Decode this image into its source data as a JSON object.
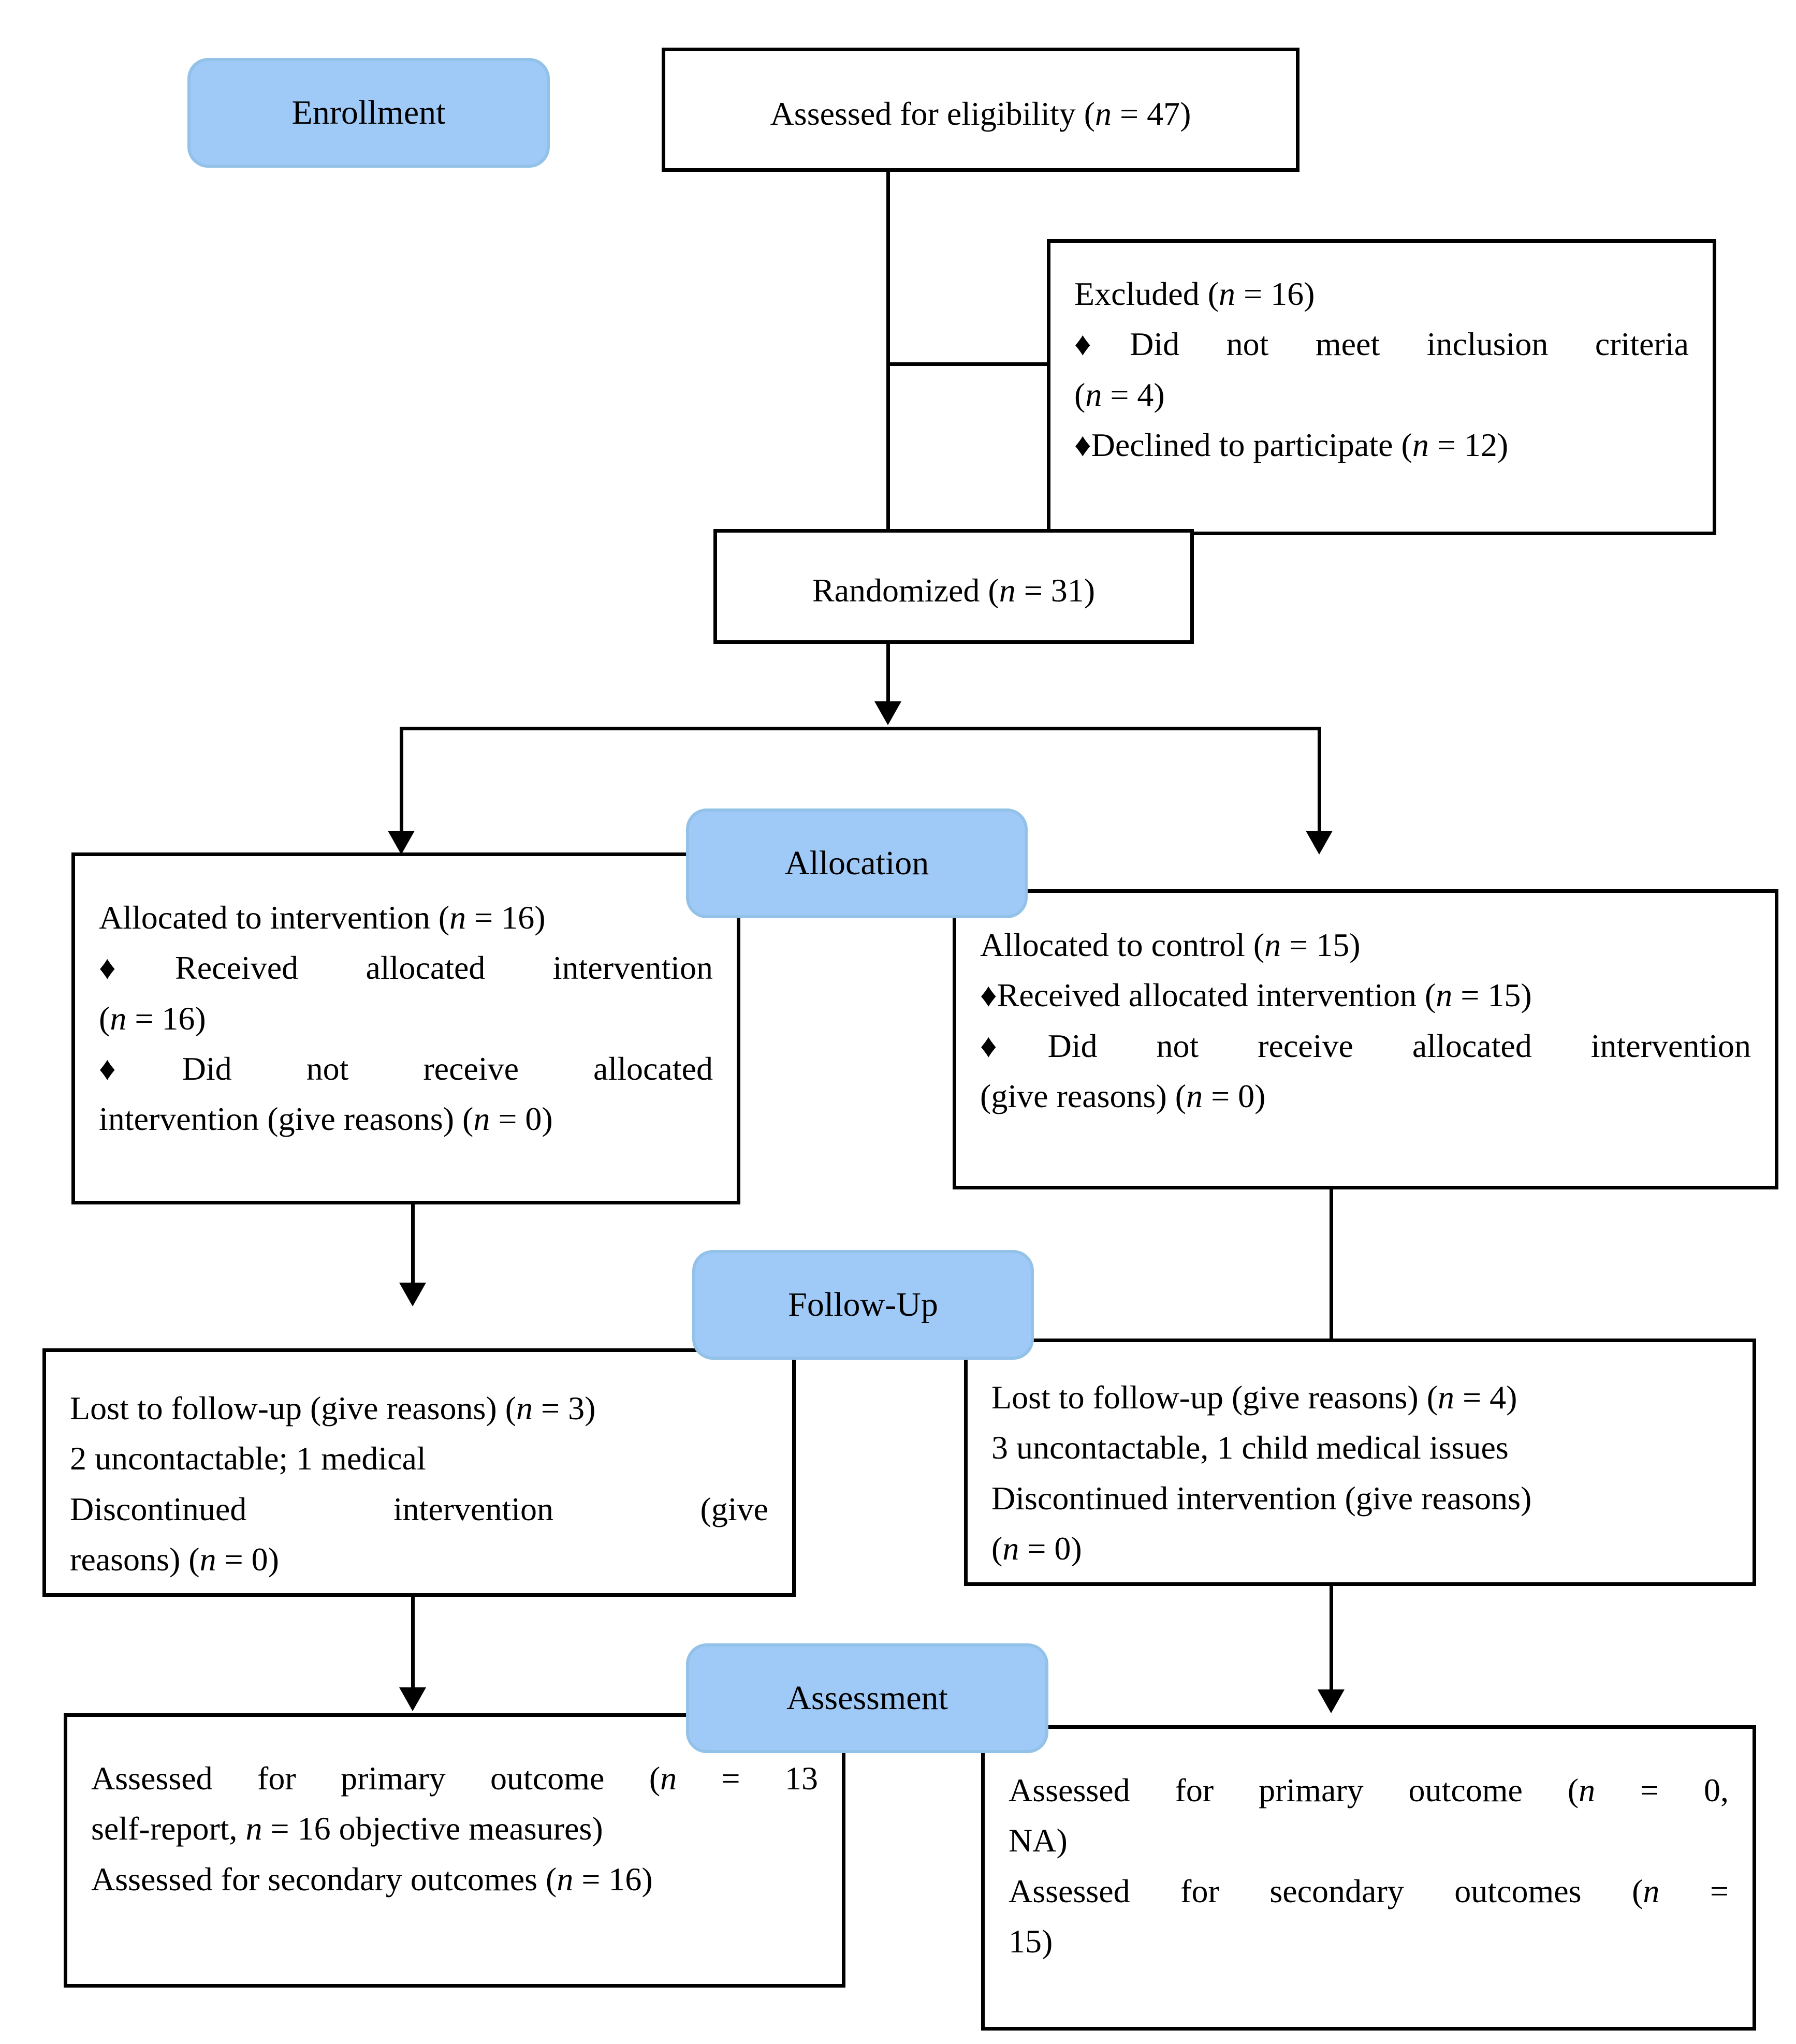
{
  "diagram": {
    "title": "CONSORT participant flow diagram",
    "accent_color": "#9fc9f7",
    "accent_border_color": "#93c2e8",
    "box_border_color": "#000000",
    "background_color": "#ffffff"
  },
  "stages": {
    "enrollment": "Enrollment",
    "allocation": "Allocation",
    "follow_up": "Follow-Up",
    "assessment": "Assessment"
  },
  "boxes": {
    "eligibility": {
      "line1_pre": "Assessed for eligibility (",
      "line1_italic": "n",
      "line1_post": " = 47)"
    },
    "excluded": {
      "line1_pre": "Excluded (",
      "line1_italic": "n",
      "line1_post": " = 16)",
      "bullet1_mark": "♦",
      "bullet1_text": "Did not meet inclusion criteria",
      "bullet1_cont_pre": "(",
      "bullet1_cont_italic": "n",
      "bullet1_cont_post": " = 4)",
      "bullet2_mark": "♦",
      "bullet2_pre": "Declined to participate (",
      "bullet2_italic": "n",
      "bullet2_post": " = 12)"
    },
    "randomized": {
      "line1_pre": "Randomized (",
      "line1_italic": "n",
      "line1_post": " = 31)"
    },
    "allocated_intervention": {
      "line1_pre": "Allocated to intervention (",
      "line1_italic": "n",
      "line1_post": " = 16)",
      "bullet1_mark": "♦",
      "bullet1_text": "Received allocated intervention",
      "bullet1_cont_pre": "(",
      "bullet1_cont_italic": "n",
      "bullet1_cont_post": " = 16)",
      "bullet2_mark": "♦",
      "bullet2_text": "Did not receive allocated",
      "bullet2_cont_pre": "intervention (give reasons) (",
      "bullet2_cont_italic": "n",
      "bullet2_cont_post": " = 0)"
    },
    "allocated_control": {
      "line1_pre": "Allocated to control (",
      "line1_italic": "n",
      "line1_post": " = 15)",
      "bullet1_mark": "♦",
      "bullet1_pre": "Received allocated intervention (",
      "bullet1_italic": "n",
      "bullet1_post": " = 15)",
      "bullet2_mark": "♦",
      "bullet2_text": "Did not receive allocated intervention",
      "bullet2_cont_pre": "(give reasons) (",
      "bullet2_cont_italic": "n",
      "bullet2_cont_post": " = 0)"
    },
    "followup_intervention": {
      "line1_pre": "Lost to follow-up (give reasons) (",
      "line1_italic": "n",
      "line1_post": " = 3)",
      "line2": "2 uncontactable; 1 medical",
      "line3": "Discontinued intervention (give",
      "line4_pre": "reasons) (",
      "line4_italic": "n",
      "line4_post": " = 0)"
    },
    "followup_control": {
      "line1_pre": "Lost to follow-up (give reasons) (",
      "line1_italic": "n",
      "line1_post": " = 4)",
      "line2": "3 uncontactable, 1 child medical issues",
      "line3": "Discontinued intervention (give reasons)",
      "line4_pre": "(",
      "line4_italic": "n",
      "line4_post": " = 0)"
    },
    "assessment_intervention": {
      "line1_pre": "Assessed for primary outcome (",
      "line1_italic": "n",
      "line1_post": " = 13",
      "line2_pre": "self-report, ",
      "line2_italic": "n",
      "line2_post": " = 16 objective measures)",
      "line3_pre": "Assessed for secondary outcomes (",
      "line3_italic": "n",
      "line3_post": " = 16)"
    },
    "assessment_control": {
      "line1_pre": "Assessed for primary outcome (",
      "line1_italic": "n",
      "line1_post": " = 0,",
      "line2": "NA)",
      "line3_pre": "Assessed for secondary outcomes (",
      "line3_italic": "n",
      "line3_post": " =",
      "line4": "15)"
    }
  },
  "chart_data": {
    "type": "diagram",
    "title": "CONSORT 2010 Flow Diagram",
    "nodes": [
      {
        "id": "eligibility",
        "stage": "Enrollment",
        "label": "Assessed for eligibility",
        "n": 47
      },
      {
        "id": "excluded",
        "stage": "Enrollment",
        "label": "Excluded",
        "n": 16,
        "reasons": [
          {
            "label": "Did not meet inclusion criteria",
            "n": 4
          },
          {
            "label": "Declined to participate",
            "n": 12
          }
        ]
      },
      {
        "id": "randomized",
        "stage": "Enrollment",
        "label": "Randomized",
        "n": 31
      },
      {
        "id": "alloc_int",
        "stage": "Allocation",
        "label": "Allocated to intervention",
        "n": 16,
        "details": [
          {
            "label": "Received allocated intervention",
            "n": 16
          },
          {
            "label": "Did not receive allocated intervention (give reasons)",
            "n": 0
          }
        ]
      },
      {
        "id": "alloc_ctrl",
        "stage": "Allocation",
        "label": "Allocated to control",
        "n": 15,
        "details": [
          {
            "label": "Received allocated intervention",
            "n": 15
          },
          {
            "label": "Did not receive allocated intervention (give reasons)",
            "n": 0
          }
        ]
      },
      {
        "id": "fu_int",
        "stage": "Follow-Up",
        "label": "Lost to follow-up (give reasons)",
        "n": 3,
        "details": [
          {
            "label": "2 uncontactable; 1 medical"
          },
          {
            "label": "Discontinued intervention (give reasons)",
            "n": 0
          }
        ]
      },
      {
        "id": "fu_ctrl",
        "stage": "Follow-Up",
        "label": "Lost to follow-up (give reasons)",
        "n": 4,
        "details": [
          {
            "label": "3 uncontactable, 1 child medical issues"
          },
          {
            "label": "Discontinued intervention (give reasons)",
            "n": 0
          }
        ]
      },
      {
        "id": "assess_int",
        "stage": "Assessment",
        "label": "Assessed for primary outcome",
        "n_self_report": 13,
        "n_objective": 16,
        "n_secondary": 16
      },
      {
        "id": "assess_ctrl",
        "stage": "Assessment",
        "label": "Assessed for primary outcome",
        "n_primary": 0,
        "primary_note": "NA",
        "n_secondary": 15
      }
    ],
    "edges": [
      {
        "from": "eligibility",
        "to": "excluded",
        "type": "right"
      },
      {
        "from": "eligibility",
        "to": "randomized",
        "type": "down"
      },
      {
        "from": "randomized",
        "to": "alloc_int",
        "type": "split-left"
      },
      {
        "from": "randomized",
        "to": "alloc_ctrl",
        "type": "split-right"
      },
      {
        "from": "alloc_int",
        "to": "fu_int",
        "type": "down"
      },
      {
        "from": "alloc_ctrl",
        "to": "fu_ctrl",
        "type": "down"
      },
      {
        "from": "fu_int",
        "to": "assess_int",
        "type": "down"
      },
      {
        "from": "fu_ctrl",
        "to": "assess_ctrl",
        "type": "down"
      }
    ]
  }
}
